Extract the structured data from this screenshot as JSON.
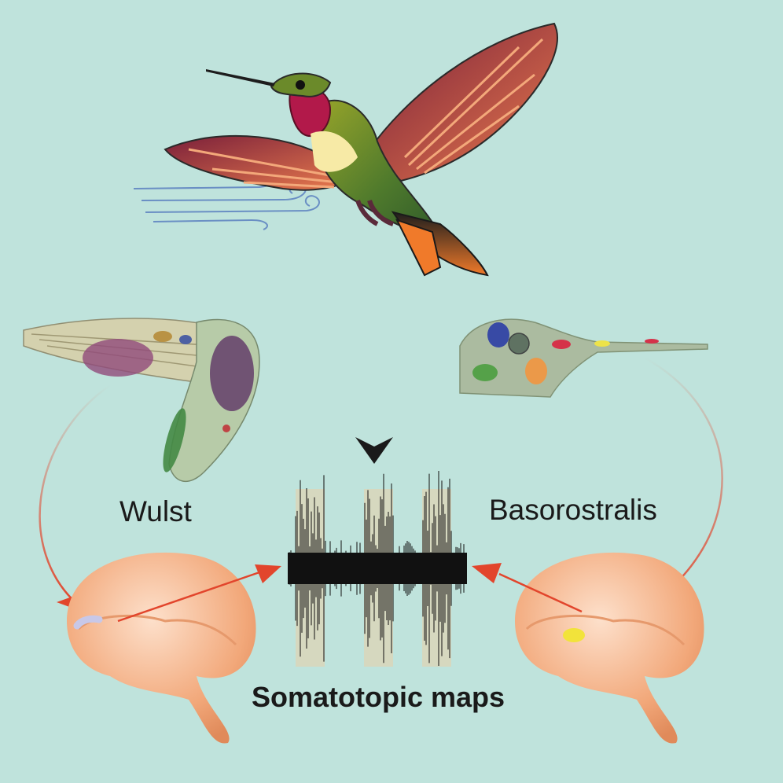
{
  "labels": {
    "wulst": "Wulst",
    "basorostralis": "Basorostralis",
    "somatotopic": "Somatotopic maps"
  },
  "colors": {
    "background": "#bfe3dc",
    "arrow_red": "#e2452c",
    "arrow_dark": "#1a1a1a",
    "brain": "#f0a878",
    "signal": "#111111",
    "signal_band": "#d6d8bf"
  },
  "icons": [
    "hummingbird-icon",
    "wing-map-icon",
    "head-map-icon",
    "brain-icon",
    "neural-signal-icon",
    "wind-lines-icon"
  ]
}
